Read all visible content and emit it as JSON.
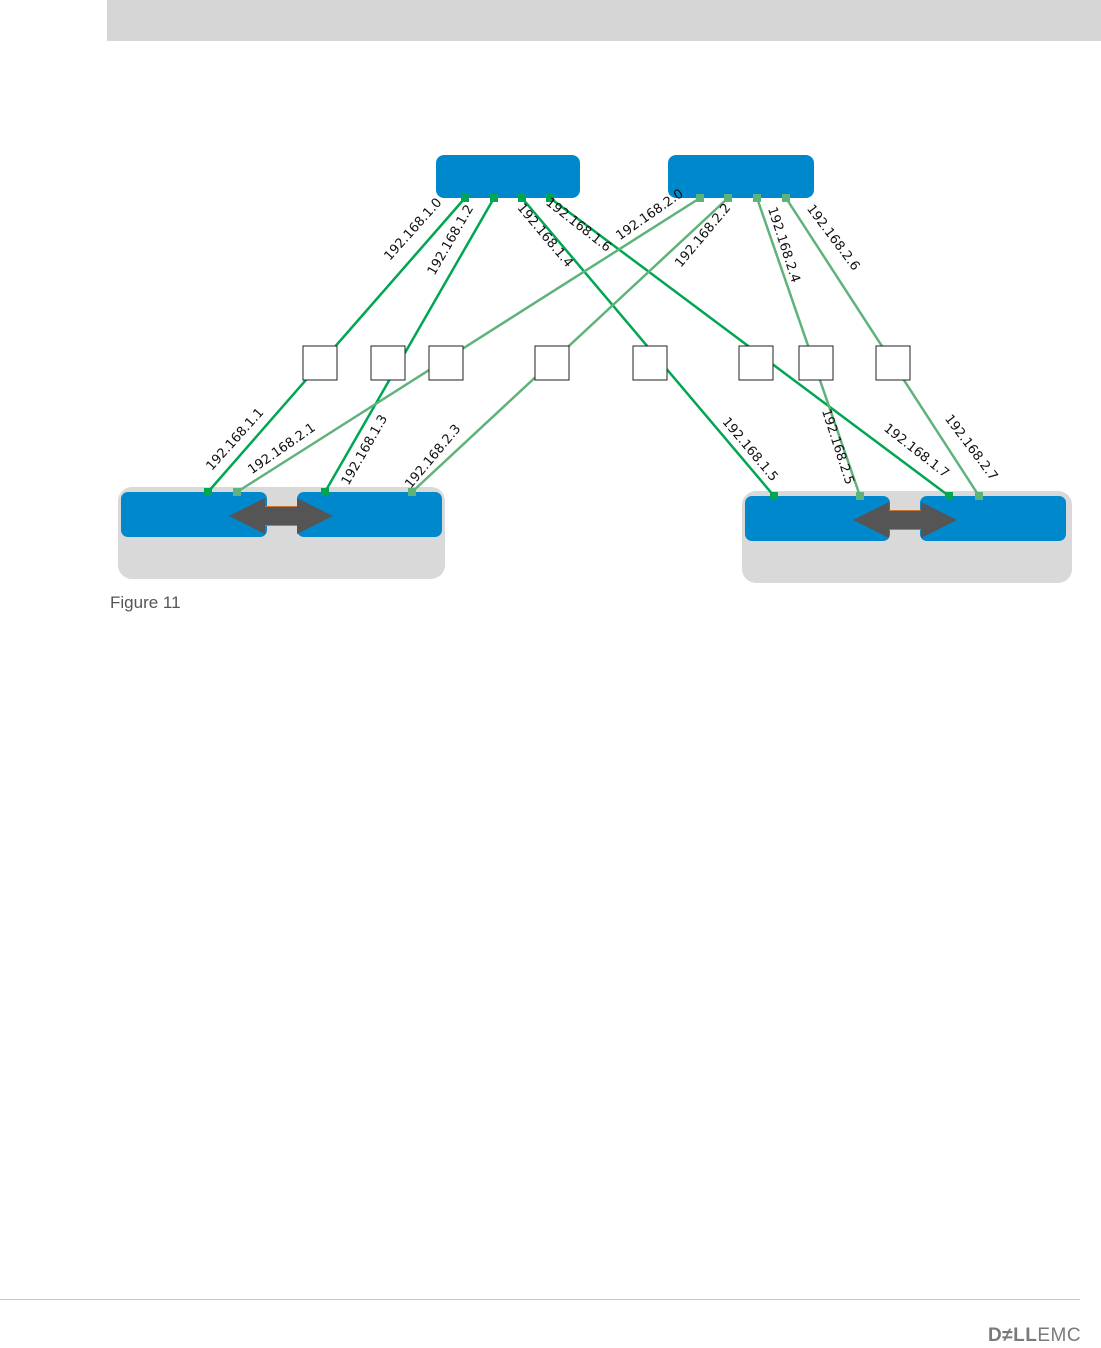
{
  "caption": "Figure 11",
  "logo": {
    "bold": "D≠LL",
    "thin": "EMC",
    "text": "DELLEMC"
  },
  "colors": {
    "header_bar": "#d6d6d6",
    "switch_blue": "#0088cc",
    "group_gray": "#d9d9d9",
    "link_fabric1": "#00a651",
    "link_fabric2": "#5fb37a",
    "arrow": "#555555",
    "connector": "#c87533"
  },
  "links": [
    {
      "label": "192.168.1.0",
      "fabric": 1
    },
    {
      "label": "192.168.1.1",
      "fabric": 1
    },
    {
      "label": "192.168.1.2",
      "fabric": 1
    },
    {
      "label": "192.168.1.3",
      "fabric": 1
    },
    {
      "label": "192.168.1.4",
      "fabric": 1
    },
    {
      "label": "192.168.1.5",
      "fabric": 1
    },
    {
      "label": "192.168.1.6",
      "fabric": 1
    },
    {
      "label": "192.168.1.7",
      "fabric": 1
    },
    {
      "label": "192.168.2.0",
      "fabric": 2
    },
    {
      "label": "192.168.2.1",
      "fabric": 2
    },
    {
      "label": "192.168.2.2",
      "fabric": 2
    },
    {
      "label": "192.168.2.3",
      "fabric": 2
    },
    {
      "label": "192.168.2.4",
      "fabric": 2
    },
    {
      "label": "192.168.2.5",
      "fabric": 2
    },
    {
      "label": "192.168.2.6",
      "fabric": 2
    },
    {
      "label": "192.168.2.7",
      "fabric": 2
    }
  ]
}
